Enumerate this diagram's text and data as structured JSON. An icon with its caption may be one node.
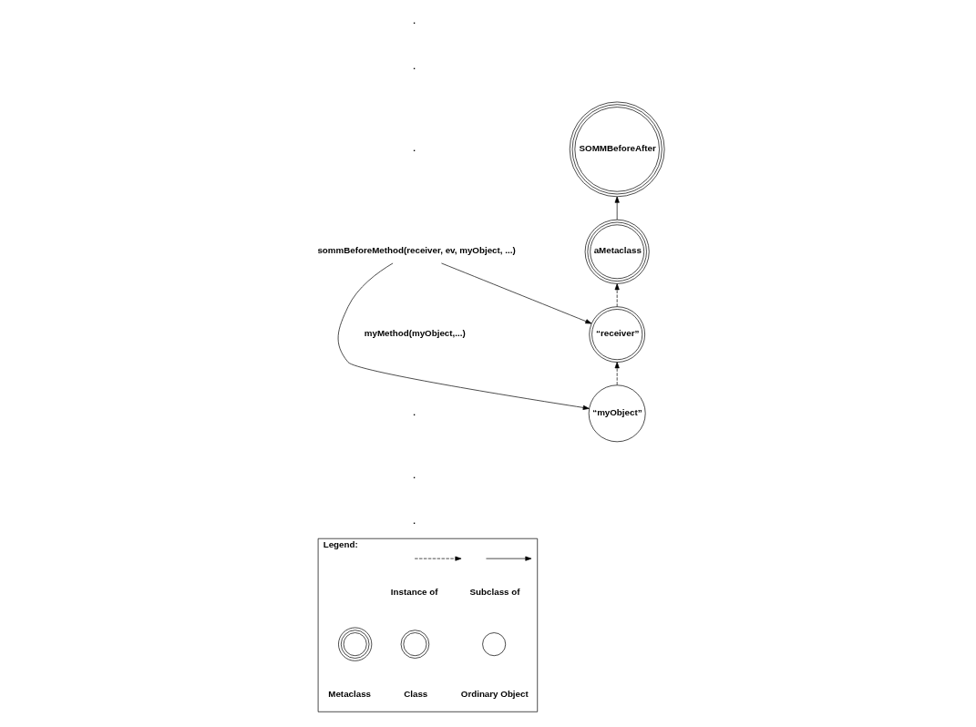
{
  "diagram": {
    "nodes": [
      {
        "text": [
          "SOMMBeforeAfter"
        ]
      },
      {
        "text": [
          "sommBeforeMethod(receiver, ev, myObject, ...)"
        ]
      },
      {
        "text": [
          "aMetaclass"
        ]
      },
      {
        "text": [
          "“receiver”"
        ]
      },
      {
        "text": [
          "“myObject”"
        ]
      },
      {
        "text": [
          "Legend:"
        ]
      },
      {
        "text": [],
        "shape": "circle",
        "in": 5
      },
      {
        "text": [],
        "shape": "circle",
        "in": 5
      },
      {
        "text": [],
        "shape": "circle",
        "in": 5
      }
    ],
    "edges": [
      {
        "from": 2,
        "to": 0,
        "arrow": "to"
      },
      {
        "from": 3,
        "to": 2,
        "arrow": "to",
        "style": "dashed"
      },
      {
        "from": 4,
        "to": 3,
        "arrow": "to",
        "style": "dashed"
      },
      {
        "from": 1,
        "to": 3,
        "arrow": "to"
      },
      {
        "from": 1,
        "to": 4,
        "arrow": "to"
      }
    ],
    "labels": [
      ".",
      ".",
      ".",
      "myMethod(myObject,...)",
      ".",
      ".",
      "."
    ],
    "legend": [
      {
        "text": "Instance of"
      },
      {
        "text": "Subclass of"
      },
      {
        "text": "Metaclass"
      },
      {
        "text": "Class"
      },
      {
        "text": "Ordinary Object"
      }
    ]
  }
}
